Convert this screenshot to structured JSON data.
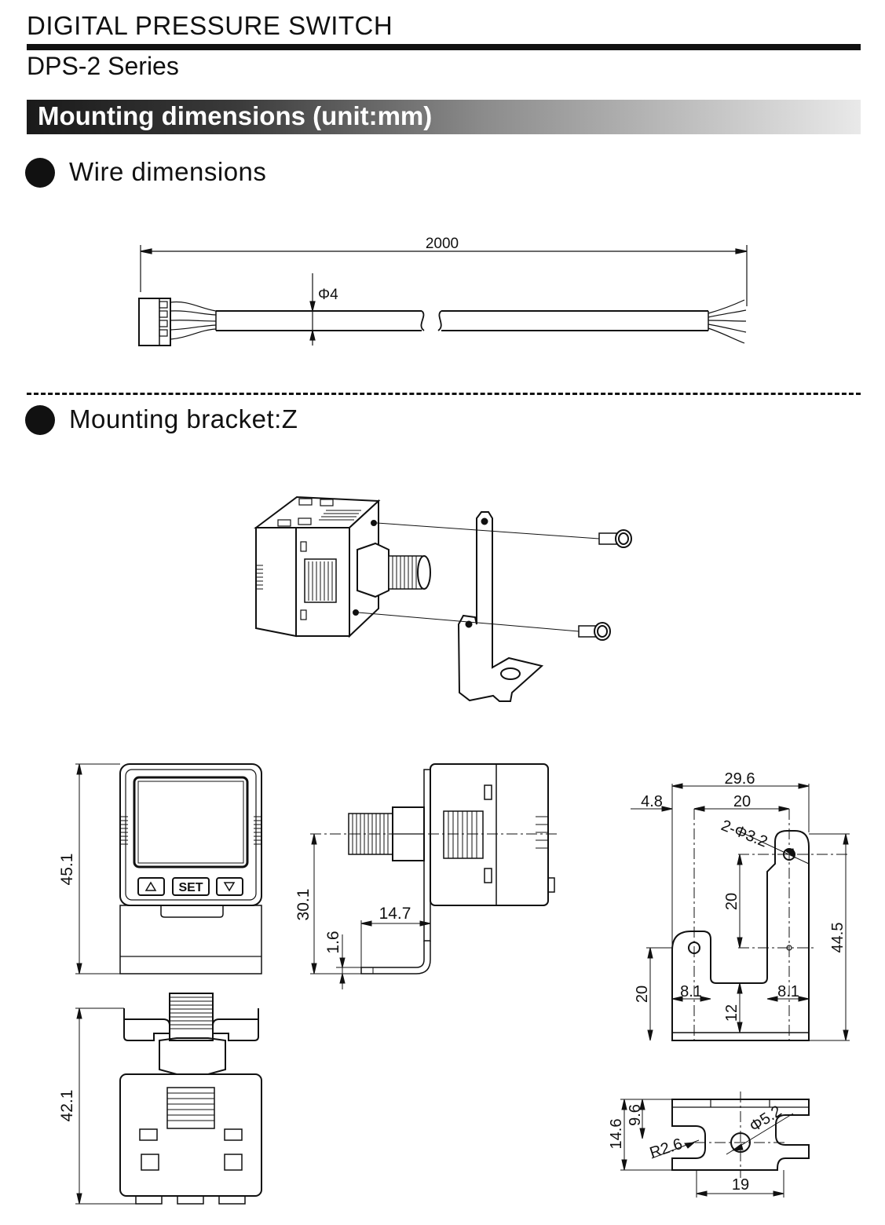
{
  "header": {
    "title": "DIGITAL PRESSURE SWITCH",
    "series": "DPS-2 Series",
    "banner": "Mounting dimensions (unit:mm)"
  },
  "sections": {
    "wire": {
      "heading": "Wire dimensions"
    },
    "bracket": {
      "heading": "Mounting bracket:Z"
    }
  },
  "wire_dims": {
    "length": "2000",
    "diameter": "Φ4"
  },
  "front_view": {
    "set_label": "SET",
    "height": "45.1",
    "bottom_height": "42.1"
  },
  "side_view": {
    "height": "30.1",
    "offset": "14.7",
    "thickness": "1.6"
  },
  "bracket_view": {
    "width": "29.6",
    "edge": "4.8",
    "hole_spacing": "20",
    "holes": "2-Φ3.2",
    "vertical_20": "20",
    "height": "44.5",
    "left_20": "20",
    "left_81": "8.1",
    "right_81": "8.1",
    "bottom_12": "12"
  },
  "bracket_bottom": {
    "total": "14.6",
    "partial": "9.6",
    "radius": "R2.6",
    "hole": "Φ5.2",
    "spacing": "19"
  }
}
